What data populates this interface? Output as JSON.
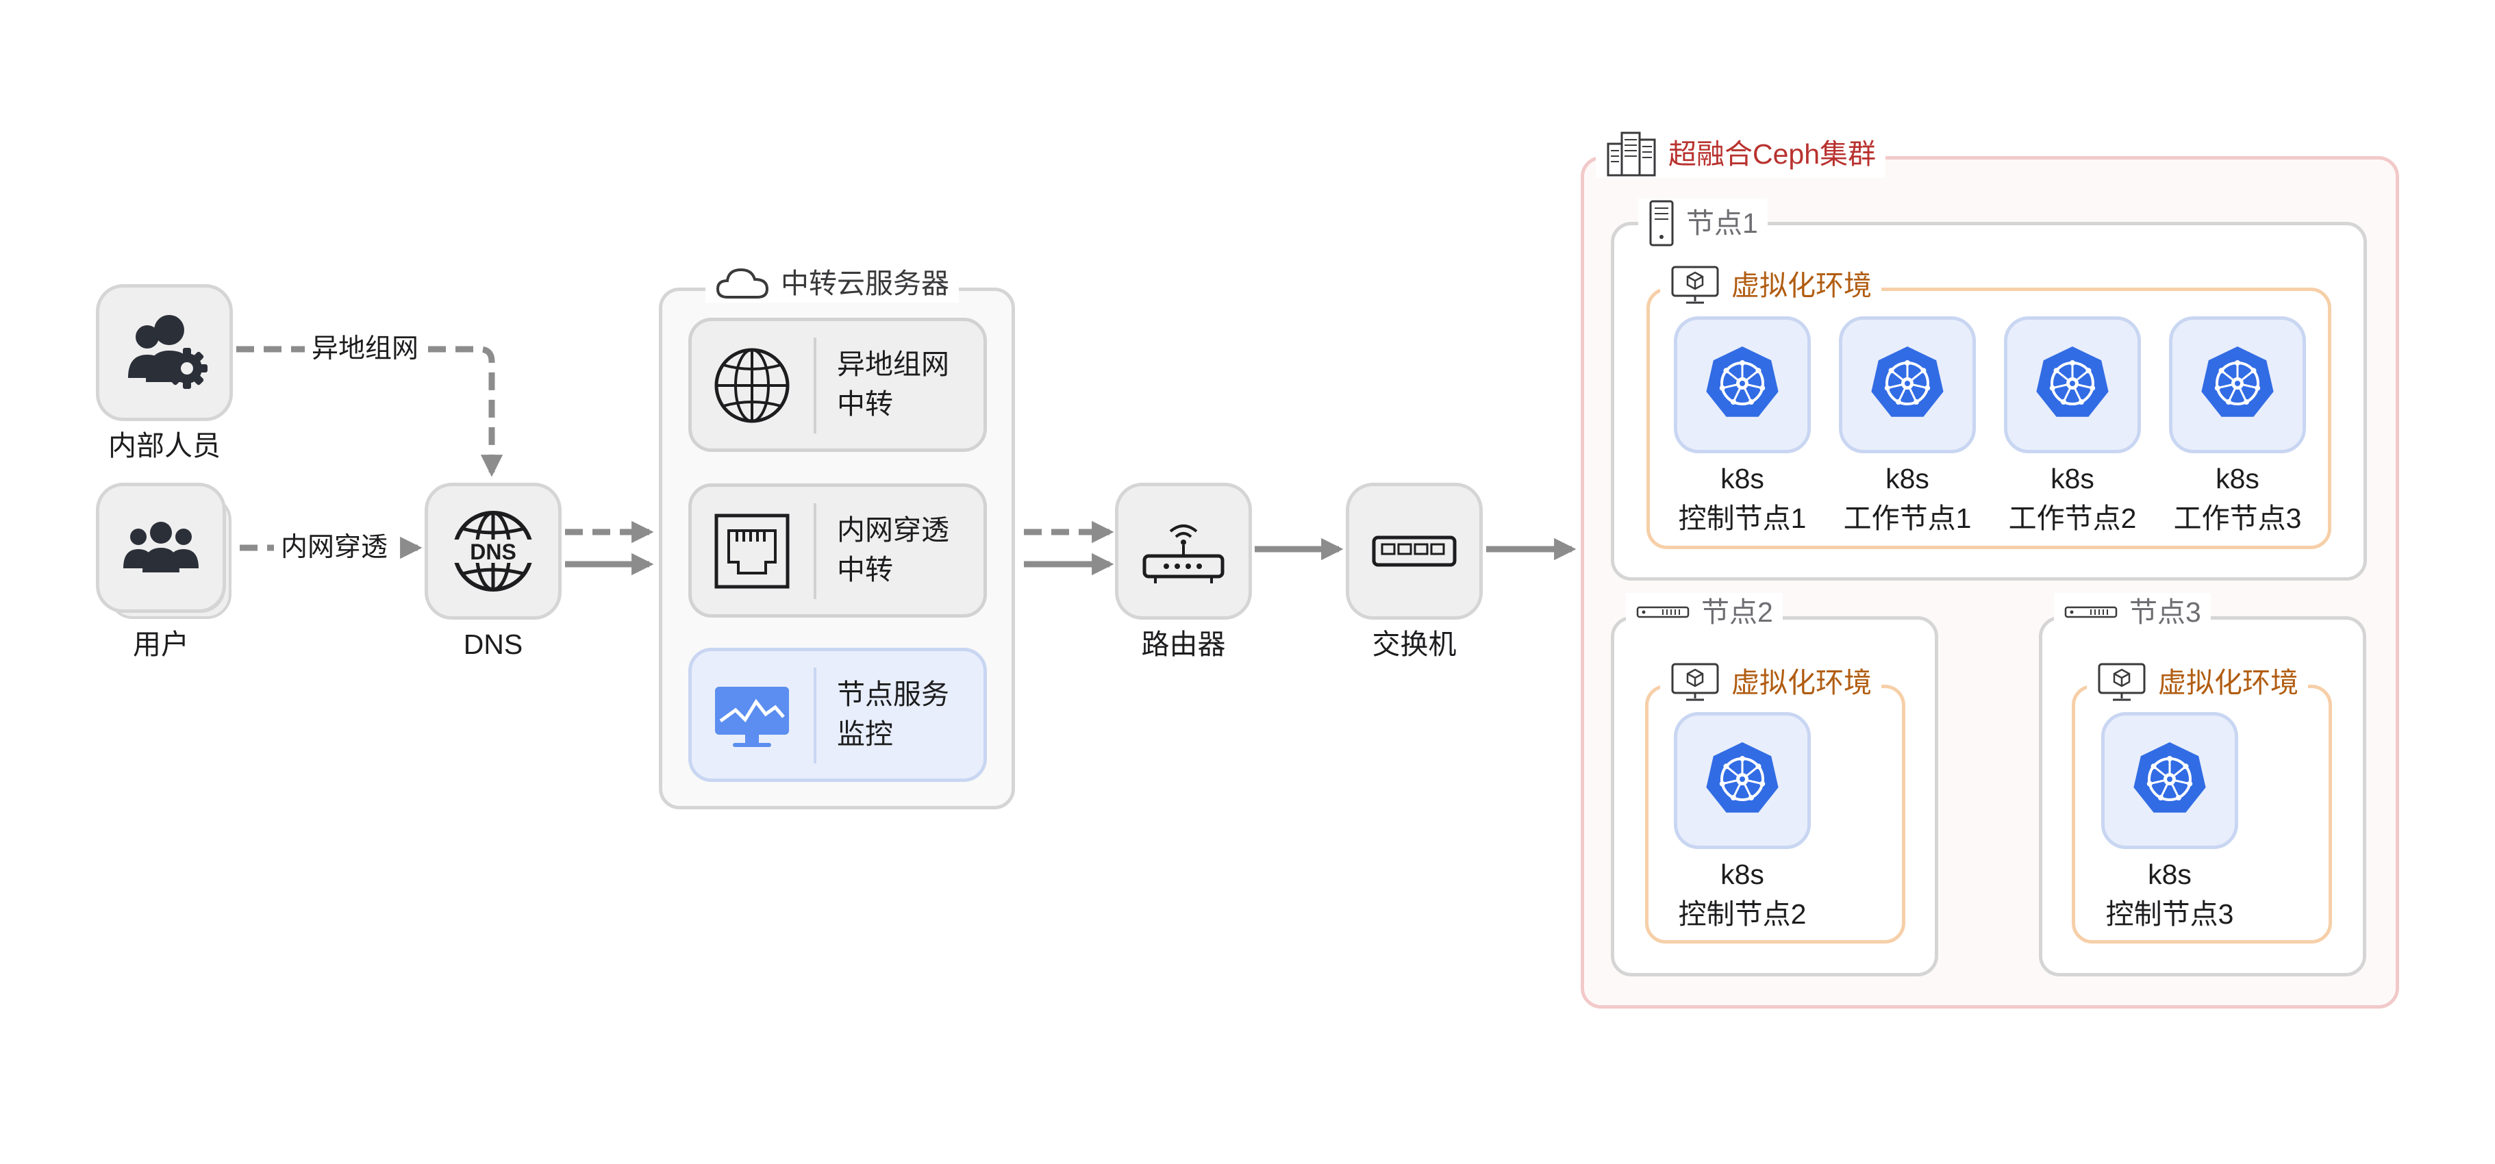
{
  "users": {
    "internal_label": "内部人员",
    "user_label": "用户"
  },
  "edges": {
    "remote_network": "异地组网",
    "intranet_penetration": "内网穿透"
  },
  "dns": {
    "label": "DNS",
    "icon_text": "DNS"
  },
  "relay_server": {
    "title": "中转云服务器",
    "cards": [
      {
        "text": "异地组网\n中转",
        "icon": "globe-icon"
      },
      {
        "text": "内网穿透\n中转",
        "icon": "ethernet-port-icon"
      },
      {
        "text": "节点服务\n监控",
        "icon": "monitor-chart-icon"
      }
    ]
  },
  "router": {
    "label": "路由器"
  },
  "switch": {
    "label": "交换机"
  },
  "cluster": {
    "title": "超融合Ceph集群",
    "virt_label": "虚拟化环境",
    "nodes": [
      {
        "title": "节点1",
        "vms": [
          {
            "label": "k8s\n控制节点1"
          },
          {
            "label": "k8s\n工作节点1"
          },
          {
            "label": "k8s\n工作节点2"
          },
          {
            "label": "k8s\n工作节点3"
          }
        ]
      },
      {
        "title": "节点2",
        "vms": [
          {
            "label": "k8s\n控制节点2"
          }
        ]
      },
      {
        "title": "节点3",
        "vms": [
          {
            "label": "k8s\n控制节点3"
          }
        ]
      }
    ]
  },
  "colors": {
    "arrow": "#8c8c8c",
    "cluster_border": "#f2c9c9",
    "cluster_title": "#b8322f",
    "virt_border": "#f6cfa8",
    "virt_title": "#b15d12",
    "k8s_blue": "#326ce5",
    "monitor_blue": "#5b8ef0"
  }
}
